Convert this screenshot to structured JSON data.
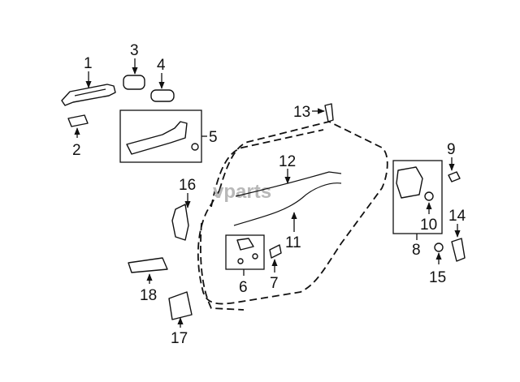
{
  "diagram": {
    "watermark": "vparts",
    "callouts": {
      "c1": "1",
      "c2": "2",
      "c3": "3",
      "c4": "4",
      "c5": "5",
      "c6": "6",
      "c7": "7",
      "c8": "8",
      "c9": "9",
      "c10": "10",
      "c11": "11",
      "c12": "12",
      "c13": "13",
      "c14": "14",
      "c15": "15",
      "c16": "16",
      "c17": "17",
      "c18": "18"
    }
  },
  "colors": {
    "line": "#111111",
    "background": "#ffffff",
    "watermark": "#b8b8b8"
  }
}
